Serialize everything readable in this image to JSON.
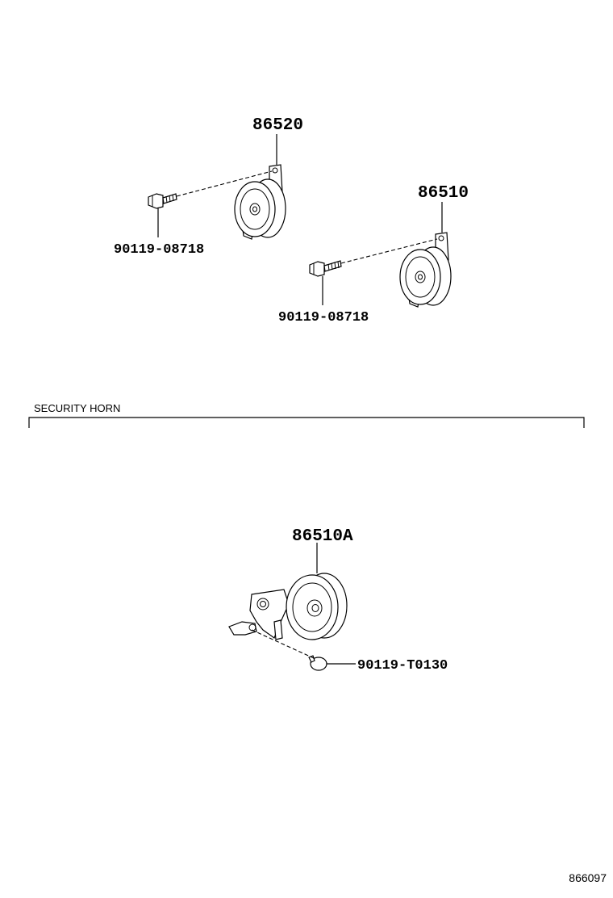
{
  "labels": {
    "horn_upper": "86520",
    "horn_middle": "86510",
    "bolt_upper": "90119-08718",
    "bolt_middle": "90119-08718",
    "security_section": "SECURITY HORN",
    "security_horn": "86510A",
    "security_bolt": "90119-T0130",
    "diagram_ref": "866097"
  },
  "colors": {
    "ink": "#000000",
    "background": "#ffffff"
  }
}
